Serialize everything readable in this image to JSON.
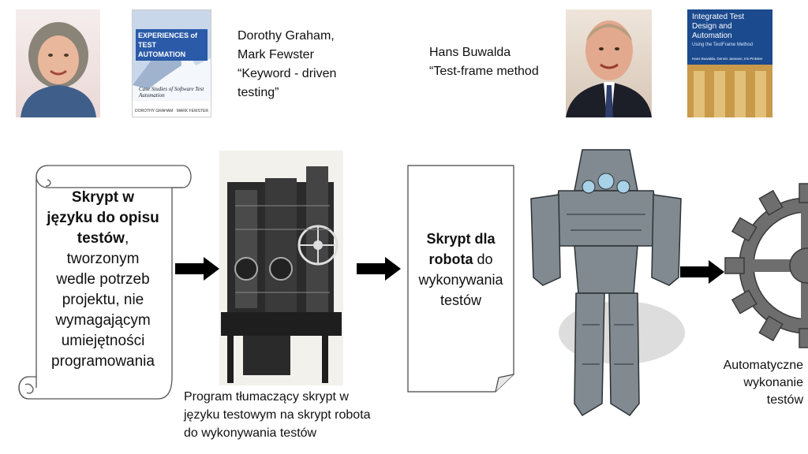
{
  "references": {
    "graham_fewster": {
      "authors_line1": "Dorothy Graham,",
      "authors_line2": "Mark Fewster",
      "title_line1": "“Keyword - driven",
      "title_line2": "testing”"
    },
    "buwalda": {
      "author": "Hans Buwalda",
      "title": "“Test-frame method"
    }
  },
  "books": {
    "experiences": {
      "title": "EXPERIENCES of TEST AUTOMATION",
      "subtitle": "Case Studies of Software Test Automation",
      "authors": "DOROTHY GRAHAM · MARK FEWSTER"
    },
    "integrated": {
      "title": "Integrated Test Design and Automation",
      "subtitle": "Using the TestFrame Method",
      "authors": "Hans Buwalda, Dennis Janssen, Iris Pinkster"
    }
  },
  "flow": {
    "scroll": {
      "bold1": "Skrypt w",
      "bold2": "języku do opisu",
      "bold3": "testów",
      "comma": ",",
      "line4": "tworzonym",
      "line5": "wedle potrzeb",
      "line6": "projektu, nie",
      "line7": "wymagającym",
      "line8": "umiejętności",
      "line9": "programowania"
    },
    "machine_caption": {
      "line1": "Program tłumaczący skrypt w",
      "line2": "języku testowym na skrypt robota",
      "line3": "do wykonywania testów"
    },
    "document": {
      "bold1": "Skrypt dla",
      "bold2": "robota",
      "rest2": " do",
      "line3": "wykonywania",
      "line4": "testów"
    },
    "result_caption": {
      "line1": "Automatyczne",
      "line2": "wykonanie",
      "line3": "testów"
    }
  },
  "colors": {
    "arrow": "#000000",
    "gear": "#6e6e6e",
    "robot_metal": "#7f8a90"
  }
}
